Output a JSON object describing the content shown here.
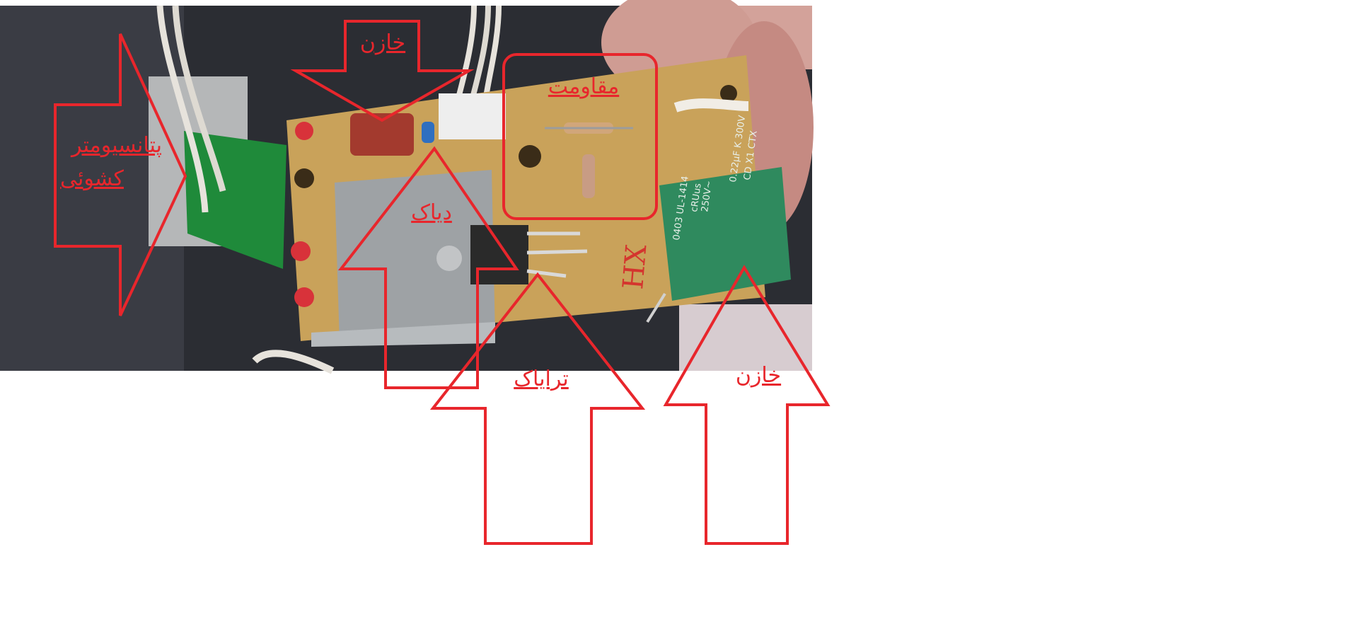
{
  "labels": {
    "capacitor_top": "خازن",
    "resistor": "مقاومت",
    "potentiometer_line1": "پتانسیومتر",
    "potentiometer_line2": "کشوئی",
    "diac": "دیاک",
    "triac": "ترایاک",
    "capacitor_right": "خازن"
  },
  "component_text": {
    "cap_line1": "CD X1 CTX",
    "cap_line2": "0.22μF K 300V",
    "cap_line3": "250V~",
    "cap_line4": "cRUus",
    "cap_line5": "0403 UL-1414",
    "board_mark": "HX"
  },
  "colors": {
    "annotation": "#e8262c",
    "board": "#c9a25a",
    "heatsink": "#9ea2a5",
    "cap_green": "#2f8a5e",
    "background_dark": "#2b2d33"
  }
}
